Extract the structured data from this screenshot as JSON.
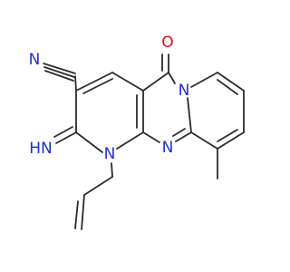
{
  "structure": {
    "atoms": {
      "nitrile_n": "N",
      "oxygen": "O",
      "ring_n_bridge": "N",
      "ring_n_lower": "N",
      "ring_n_allyl": "N",
      "imino": "HN"
    },
    "colors": {
      "bond": "#2b2b2b",
      "nitrogen": "#1f2fd6",
      "oxygen": "#e01010"
    }
  }
}
